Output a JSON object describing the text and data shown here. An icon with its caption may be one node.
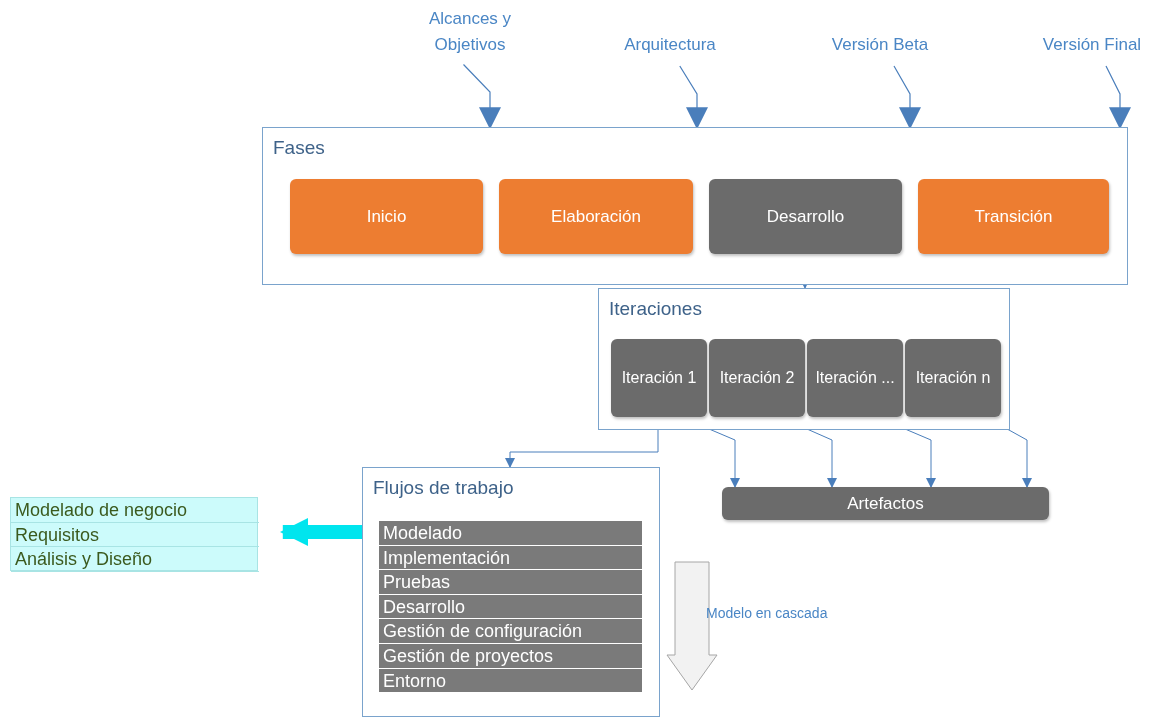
{
  "diagram": {
    "nodes": [
      {
        "text": [
          "Alcances y Objetivos"
        ]
      },
      {
        "text": [
          "Arquitectura"
        ]
      },
      {
        "text": [
          "Versión Beta"
        ]
      },
      {
        "text": [
          "Versión Final"
        ]
      },
      {
        "text": [
          "Fases"
        ]
      },
      {
        "text": [
          "Inicio"
        ],
        "in": 4
      },
      {
        "text": [
          "Elaboración"
        ],
        "in": 4
      },
      {
        "text": [
          "Desarrollo"
        ],
        "in": 4
      },
      {
        "text": [
          "Transición"
        ],
        "in": 4
      },
      {
        "text": [
          "Iteraciones"
        ]
      },
      {
        "text": [
          "Iteración 1"
        ],
        "in": 9
      },
      {
        "text": [
          "Iteración 2"
        ],
        "in": 9
      },
      {
        "text": [
          "Iteración ..."
        ],
        "in": 9
      },
      {
        "text": [
          "Iteración n"
        ],
        "in": 9
      },
      {
        "text": [
          "Flujos de trabajo"
        ]
      },
      {
        "text": [
          "Modelado"
        ],
        "in": 14
      },
      {
        "text": [
          "Implementación"
        ],
        "in": 14
      },
      {
        "text": [
          "Pruebas"
        ],
        "in": 14
      },
      {
        "text": [
          "Desarrollo"
        ],
        "in": 14
      },
      {
        "text": [
          "Gestión de configuración"
        ],
        "in": 14
      },
      {
        "text": [
          "Gestión de proyectos"
        ],
        "in": 14
      },
      {
        "text": [
          "Entorno"
        ],
        "in": 14
      },
      {
        "text": [
          "Artefactos"
        ]
      },
      {
        "text": [],
        "shape": "box"
      },
      {
        "text": [
          "Modelado de negocio"
        ],
        "in": 23
      },
      {
        "text": [
          "Requisitos"
        ],
        "in": 23
      },
      {
        "text": [
          "Análisis y Diseño"
        ],
        "in": 23
      }
    ],
    "edges": [
      {
        "from": 0,
        "to": 4,
        "arrow": "to"
      },
      {
        "from": 1,
        "to": 4,
        "arrow": "to"
      },
      {
        "from": 2,
        "to": 4,
        "arrow": "to"
      },
      {
        "from": 3,
        "to": 4,
        "arrow": "to"
      },
      {
        "from": 7,
        "to": 9,
        "arrow": "to"
      },
      {
        "from": 10,
        "to": 14,
        "arrow": "to"
      },
      {
        "from": 10,
        "to": 22,
        "arrow": "to"
      },
      {
        "from": 11,
        "to": 22,
        "arrow": "to"
      },
      {
        "from": 12,
        "to": 22,
        "arrow": "to"
      },
      {
        "from": 13,
        "to": 22,
        "arrow": "to"
      },
      {
        "from": 14,
        "to": 23,
        "arrow": "to",
        "style": "thick",
        "color": "#00e5ee"
      }
    ],
    "labels": [
      "Modelo en cascada"
    ]
  }
}
